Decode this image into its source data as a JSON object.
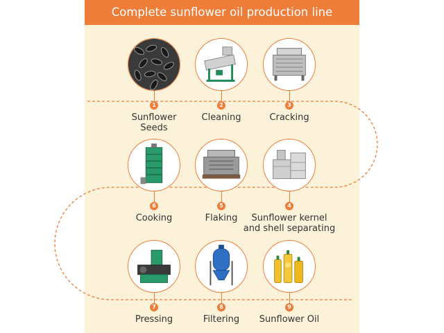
{
  "title": "Complete sunflower oil production line",
  "colors": {
    "accent": "#ee7d3a",
    "panel": "#fcf1d9"
  },
  "steps": [
    {
      "number": "1",
      "label": "Sunflower\nSeeds",
      "icon": "sunflower-seeds-photo"
    },
    {
      "number": "2",
      "label": "Cleaning",
      "icon": "cleaning-machine-photo"
    },
    {
      "number": "3",
      "label": "Cracking",
      "icon": "cracking-machine-photo"
    },
    {
      "number": "4",
      "label": "Sunflower kernel\nand shell separating",
      "icon": "separator-machine-photo"
    },
    {
      "number": "5",
      "label": "Flaking",
      "icon": "flaking-machine-photo"
    },
    {
      "number": "6",
      "label": "Cooking",
      "icon": "cooking-machine-photo"
    },
    {
      "number": "7",
      "label": "Pressing",
      "icon": "oil-press-photo"
    },
    {
      "number": "8",
      "label": "Filtering",
      "icon": "filter-photo"
    },
    {
      "number": "9",
      "label": "Sunflower Oil",
      "icon": "oil-bottles-photo"
    }
  ]
}
